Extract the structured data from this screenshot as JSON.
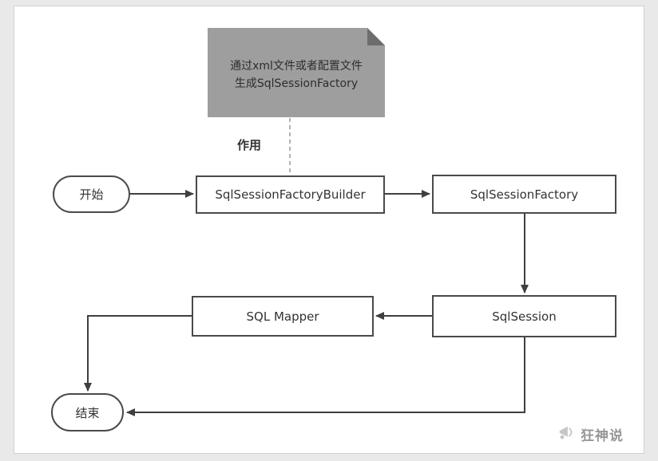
{
  "diagram": {
    "note": {
      "lines": [
        "通过xml文件或者配置文件",
        "生成SqlSessionFactory"
      ]
    },
    "label_action": "作用",
    "nodes": {
      "start": "开始",
      "builder": "SqlSessionFactoryBuilder",
      "factory": "SqlSessionFactory",
      "session": "SqlSession",
      "mapper": "SQL Mapper",
      "end": "结束"
    },
    "watermark": "狂神说",
    "colors": {
      "background": "#e9e9e9",
      "panel": "#ffffff",
      "note_fill": "#9e9e9e",
      "note_fold": "#6d6d6d",
      "node_border": "#4a4a4a",
      "arrow": "#3f3f3f",
      "dashed_connector": "#9a9a9a",
      "watermark_text": "#979797"
    }
  }
}
